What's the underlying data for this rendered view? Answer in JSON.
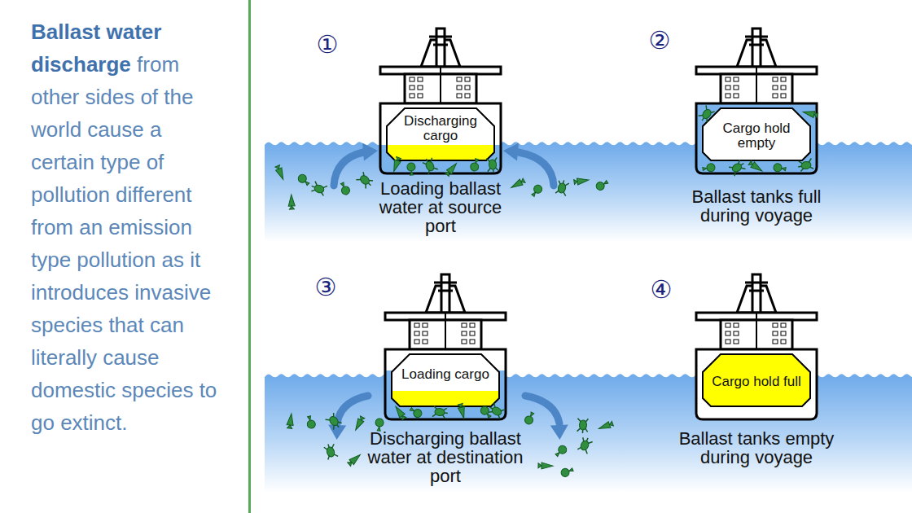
{
  "diagram": {
    "nodes": [
      {
        "text": [
          "Discharging cargo"
        ]
      },
      {
        "text": [
          "Cargo hold empty"
        ]
      },
      {
        "text": [
          "Loading cargo"
        ]
      },
      {
        "text": [
          "Cargo hold full"
        ]
      }
    ],
    "labels": [
      "Ballast water discharge",
      "from other sides of the world cause a certain type of pollution different from an emission type pollution as it introduces invasive species that can literally cause domestic species to go extinct.",
      "①",
      "Loading ballast water at source port",
      "②",
      "Ballast tanks full during voyage",
      "③",
      "Discharging ballast water at destination port",
      "④",
      "Ballast tanks empty during voyage"
    ]
  }
}
